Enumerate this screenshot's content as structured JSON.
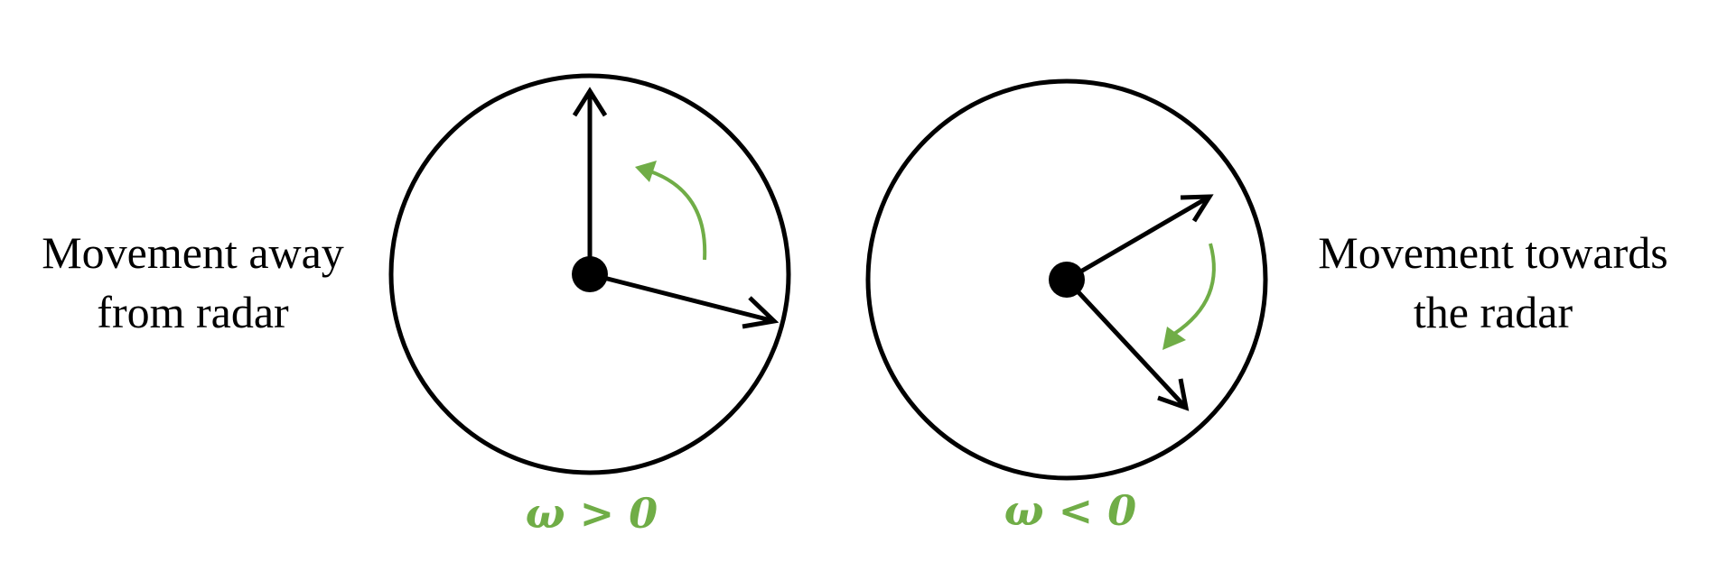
{
  "left_panel": {
    "description_lines": [
      "Movement away",
      "from radar"
    ],
    "omega_label": "ω > 0"
  },
  "right_panel": {
    "description_lines": [
      "Movement towards",
      "the radar"
    ],
    "omega_label": "ω < 0"
  },
  "colors": {
    "stroke": "#000000",
    "rotation_arrow": "#70ad47",
    "omega_text": "#70ad47"
  }
}
